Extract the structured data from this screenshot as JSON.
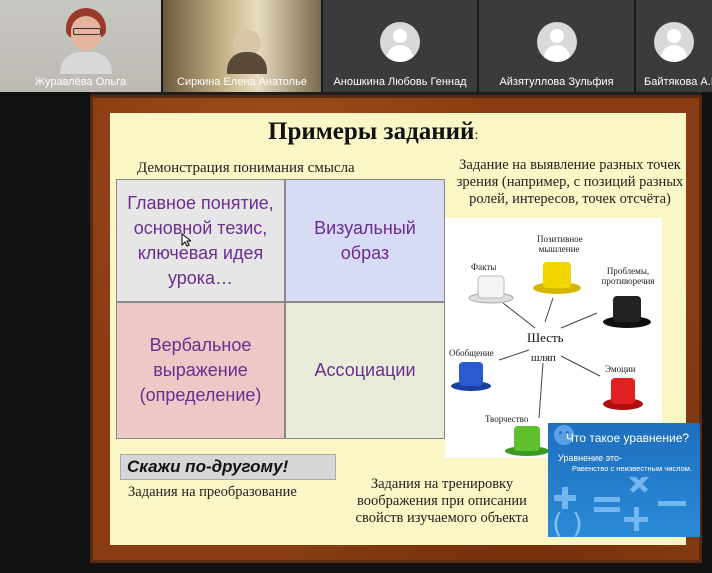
{
  "participants": [
    {
      "name": "Журавлёва Ольга",
      "video": true
    },
    {
      "name": "Сиркина Елена Анатолье",
      "video": true
    },
    {
      "name": "Аношкина Любовь Геннад",
      "video": false
    },
    {
      "name": "Айзятуллова Зульфия",
      "video": false
    },
    {
      "name": "Байтякова А.В",
      "video": false
    }
  ],
  "slide": {
    "title": "Примеры заданий",
    "title_colon": ":",
    "demo_caption": "Демонстрация понимания смысла",
    "grid": {
      "cell1": "Главное понятие, основной тезис, ключевая идея урока…",
      "cell2": "Визуальный образ",
      "cell3": "Вербальное выражение (определение)",
      "cell4": "Ассоциации"
    },
    "viewpoints_text": "Задание на выявление разных точек зрения (например, с позиций разных ролей, интересов, точек отсчёта)",
    "hats": {
      "center_top": "Шесть",
      "center_bottom": "шляп",
      "facts": "Факты",
      "positive": "Позитивное мышление",
      "problems": "Проблемы, противоречия",
      "emotions": "Эмоции",
      "creativity": "Творчество",
      "summary": "Обобщение"
    },
    "say_it_differently": "Скажи по-другому!",
    "transform_caption": "Задания на преобразование",
    "imagination_text": "Задания на тренировку воображения при описании свойств изучаемого объекта",
    "equation_card": {
      "question": "Что такое уравнение?",
      "line1": "Уравнение  это-",
      "line2": "Равенство с неизвестным числом."
    }
  },
  "colors": {
    "cell_text": "#6b2d8f",
    "slide_bg": "#fbf6c6",
    "frame": "#8a3d12"
  }
}
